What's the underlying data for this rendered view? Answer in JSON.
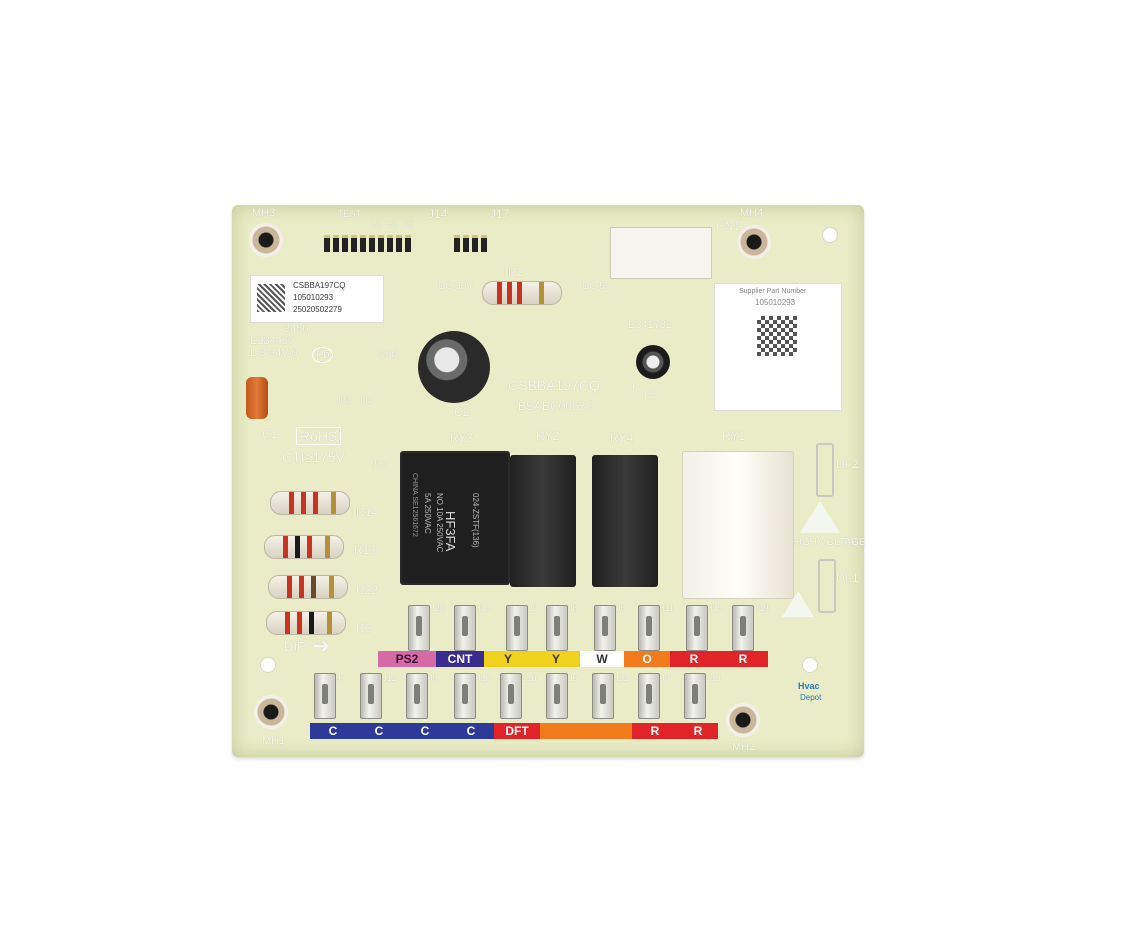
{
  "board": {
    "part_top_left": "CSBBA197CQ",
    "part_code_1": "105010293",
    "part_code_2": "25020502279",
    "code_2450": "2450",
    "cert_e334460": "E334460",
    "rating": "L-3  94V-0",
    "pb_mark": "Pb",
    "rohs": "RoHS",
    "cti": "CTI≥175V",
    "model": "CSBBA197CQ",
    "revision": "BSABC0063.3",
    "ul_cert": "E341732",
    "supplier_title": "Supplier Part Number",
    "supplier_code": "105010293",
    "high_voltage": "HIGH VOLTAGE",
    "dip": "DIP"
  },
  "mounting_holes": [
    "MH3",
    "MH4",
    "MH1",
    "MH2"
  ],
  "headers": {
    "j14": "J14",
    "j17": "J17",
    "test": "TEST",
    "t30": "30",
    "t60": "60",
    "t90": "90",
    "cn1": "CN1",
    "gnd": "GND",
    "j02": "J02",
    "j01": "J01",
    "j03": "J03"
  },
  "components": {
    "r2": "R2",
    "dc30v": "DC 30V",
    "dc5v": "DC 5V",
    "c1": "C1",
    "c2": "C2",
    "c5": "C5",
    "c5_plus": "+",
    "df1": "DF1",
    "df2": "DF2",
    "r14": "R14",
    "r13": "R13",
    "r22": "R22",
    "r6": "R6"
  },
  "relays": {
    "ry3": "RY3",
    "ry2": "RY2",
    "ry4": "RY4",
    "ry1": "RY1",
    "ry3_model": "HF3FA",
    "ry3_spec_1": "024-ZSTF(136)",
    "ry3_spec_2": "NO 10A 250VAC",
    "ry3_spec_3": "5A 250VAC",
    "ry3_origin": "CHINA SE12561672"
  },
  "top_terminals": [
    "J20",
    "J18",
    "J2",
    "J8",
    "J6",
    "J11",
    "J15",
    "J19"
  ],
  "bottom_terminals": [
    "J7",
    "J12",
    "J9",
    "J10",
    "J16",
    "J5",
    "J21",
    "J3",
    "J13"
  ],
  "top_strip": [
    {
      "label": "PS2",
      "color": "#d66aa8"
    },
    {
      "label": "CNT",
      "color": "#3a2c8f"
    },
    {
      "label": "Y",
      "color": "#f0d21c"
    },
    {
      "label": "Y",
      "color": "#f0d21c"
    },
    {
      "label": "W",
      "color": "#ffffff"
    },
    {
      "label": "O",
      "color": "#f07a1c"
    },
    {
      "label": "R",
      "color": "#e0242a"
    },
    {
      "label": "R",
      "color": "#e0242a"
    }
  ],
  "bottom_strip": [
    {
      "label": "C",
      "color": "#2e3a9a"
    },
    {
      "label": "C",
      "color": "#2e3a9a"
    },
    {
      "label": "C",
      "color": "#2e3a9a"
    },
    {
      "label": "C",
      "color": "#2e3a9a"
    },
    {
      "label": "DFT",
      "color": "#e0242a"
    },
    {
      "label": "",
      "color": "#f07a1c"
    },
    {
      "label": "",
      "color": "#f07a1c"
    },
    {
      "label": "R",
      "color": "#e0242a"
    },
    {
      "label": "R",
      "color": "#e0242a"
    }
  ],
  "logo_hvac": "Hvac",
  "logo_depot": "Depot"
}
